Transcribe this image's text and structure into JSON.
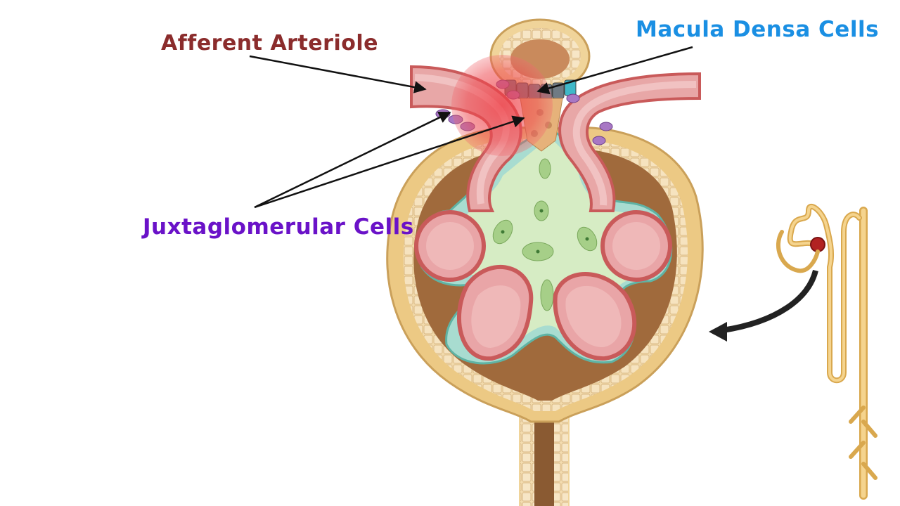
{
  "labels": {
    "afferent_arteriole": "Afferent Arteriole",
    "macula_densa": "Macula Densa Cells",
    "juxtaglomerular": "Juxtaglomerular Cells"
  },
  "colors": {
    "afferent_label": "#8b2c2c",
    "macula_label": "#1a8fe3",
    "juxtaglomerular_label": "#6a12c8",
    "capsule_outer": "#e6c27a",
    "bowman_space": "#a06a3c",
    "vessel": "#e8a7a7",
    "vessel_wall": "#c95a5a",
    "mesangium": "#d6ecc4",
    "podocyte": "#a8dcd0",
    "macula_cells": "#6f7b84",
    "jg_cells": "#a877c4",
    "highlight": "#ef4b52",
    "arrow": "#111111"
  },
  "icons": {
    "nephron": "nephron-icon",
    "curved_arrow": "curved-arrow-icon"
  }
}
